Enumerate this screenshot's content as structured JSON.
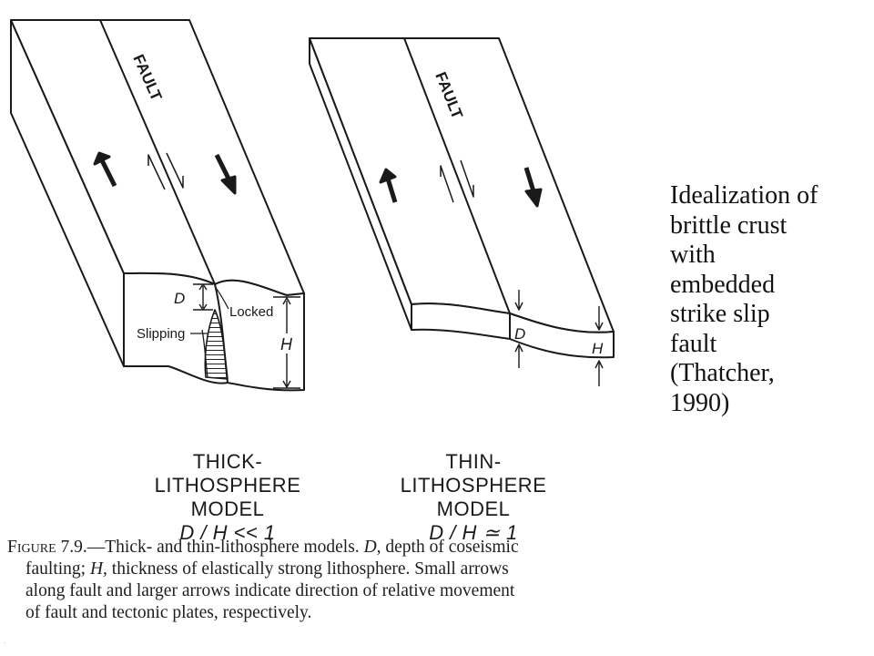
{
  "diagrams": {
    "thick": {
      "fault_label": "FAULT",
      "d_label": "D",
      "h_label": "H",
      "locked_label": "Locked",
      "slipping_label": "Slipping",
      "title_line1": "THICK-",
      "title_line2": "LITHOSPHERE MODEL",
      "ratio": "D / H << 1"
    },
    "thin": {
      "fault_label": "FAULT",
      "d_label": "D",
      "h_label": "H",
      "title_line1": "THIN-",
      "title_line2": "LITHOSPHERE MODEL",
      "ratio": "D / H ≃ 1"
    }
  },
  "side_caption": {
    "lines": [
      "Idealization of",
      "brittle crust",
      "with",
      "embedded",
      "strike slip",
      "fault",
      "(Thatcher,",
      "1990)"
    ]
  },
  "figure_caption": {
    "number": "Figure 7.9.",
    "dash": "—",
    "line1_text": "Thick- and thin-lithosphere models. ",
    "d_symbol": "D",
    "line1_tail": ", depth of coseismic",
    "line2_head": "faulting; ",
    "h_symbol": "H",
    "line2_tail": ", thickness of elastically strong lithosphere. Small arrows",
    "line3": "along fault and larger arrows indicate direction of relative movement",
    "line4": "of fault and tectonic plates, respectively."
  }
}
